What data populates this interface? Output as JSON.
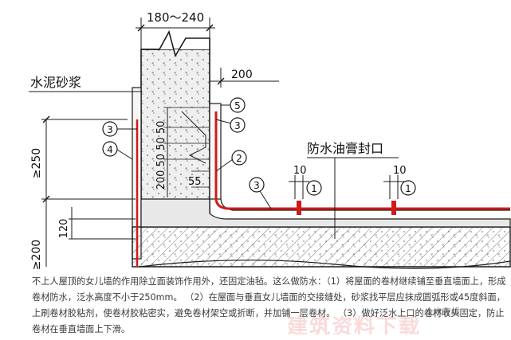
{
  "drawing": {
    "dimensions": {
      "wall_width": "180～240",
      "flashing_offset": "200",
      "height_total": "≥250",
      "height_segments": "200 50 50 50",
      "chamfer": "55",
      "slab_120": "120",
      "base_200": "≥200",
      "spacing_left": "10",
      "spacing_right": "10"
    },
    "labels": {
      "cement_mortar": "水泥砂浆",
      "sealant": "防水油膏封口"
    },
    "markers": [
      "1",
      "2",
      "3",
      "4",
      "5"
    ],
    "colors": {
      "membrane": "#d11a1a",
      "line": "#1a1a1a",
      "hatch": "#666666"
    }
  },
  "caption": "不上人屋顶的女儿墙的作用除立面装饰作用外，还固定油毡。这么做防水：（1）将屋面的卷材继续铺至垂直墙面上，形成卷材防水，泛水高度不小于250mm。 （2）在屋面与垂直女儿墙面的交接缝处，砂浆找平层应抹成圆弧形或45度斜面，上刷卷材胶粘剂，使卷材胶粘密实，避免卷材架空或折断，并加铺一层卷材。 （3）做好泛水上口的卷材收头固定，防止卷材在垂直墙面上下滑。",
  "watermark": "建筑资料下载",
  "watermark_tag": "土木在线"
}
